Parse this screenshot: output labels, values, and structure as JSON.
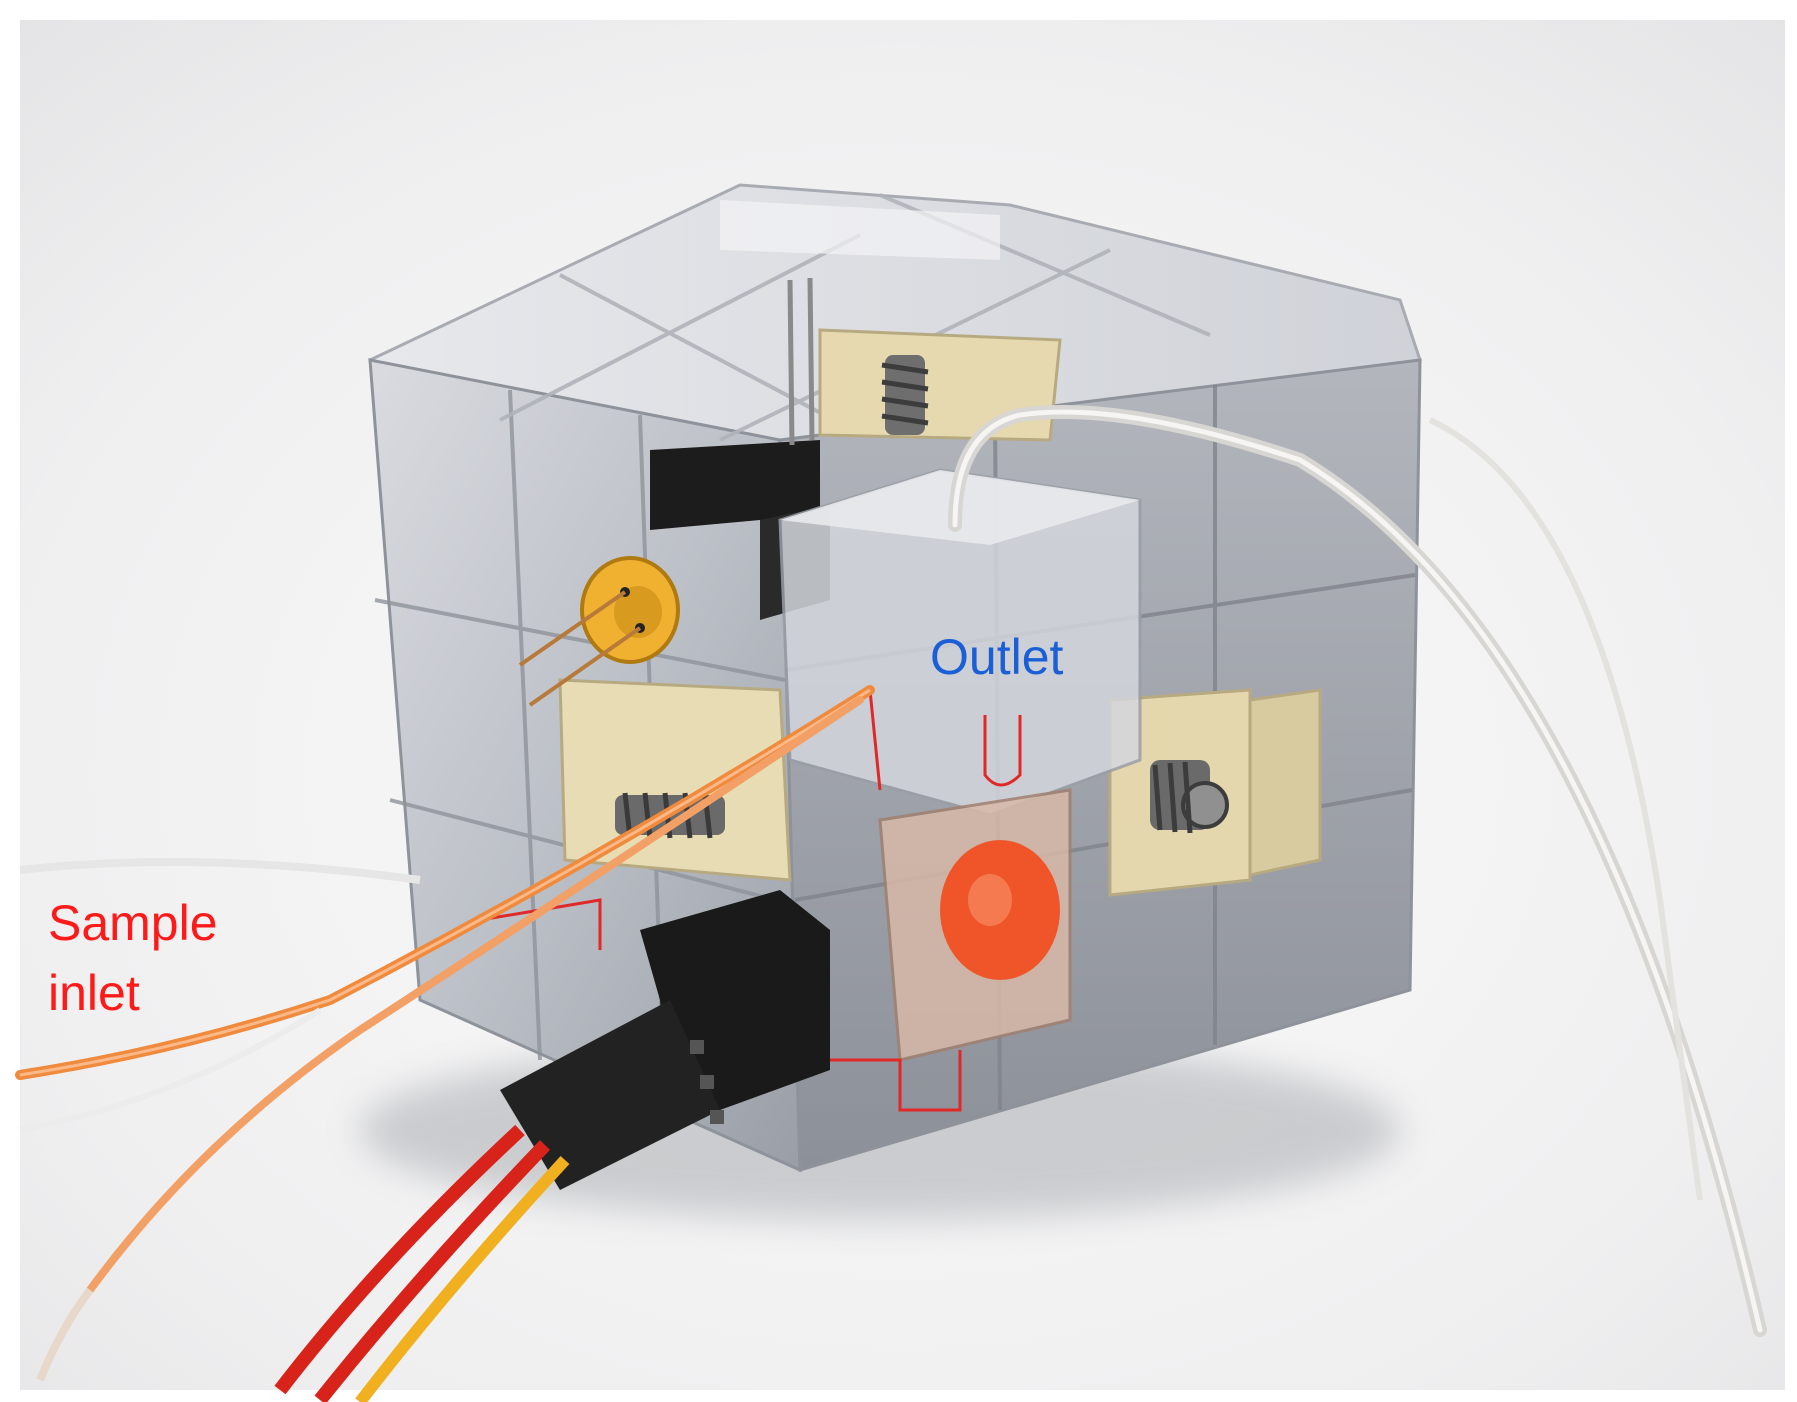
{
  "labels": {
    "outlet": "Outlet",
    "sample_inlet_line1": "Sample",
    "sample_inlet_line2": "inlet"
  },
  "colors": {
    "outlet_label": "#1a5fd6",
    "sample_inlet_label": "#ff1a1a",
    "background": "#ffffff",
    "table_surface": "#f3f3f4",
    "acrylic_block": "#c4c7ce",
    "acrylic_block_shadow": "#8f939b",
    "pcb_board": "#e6d9b0",
    "connector_black": "#1c1c1c",
    "tubing_orange": "#f08a3c",
    "tubing_clear": "#e6e4e2",
    "wire_red": "#d8231a",
    "wire_yellow": "#f0b020",
    "laser_head_gold": "#f0b030",
    "sample_chamber_red": "#f0552a",
    "microchannel_red": "#e02828"
  }
}
